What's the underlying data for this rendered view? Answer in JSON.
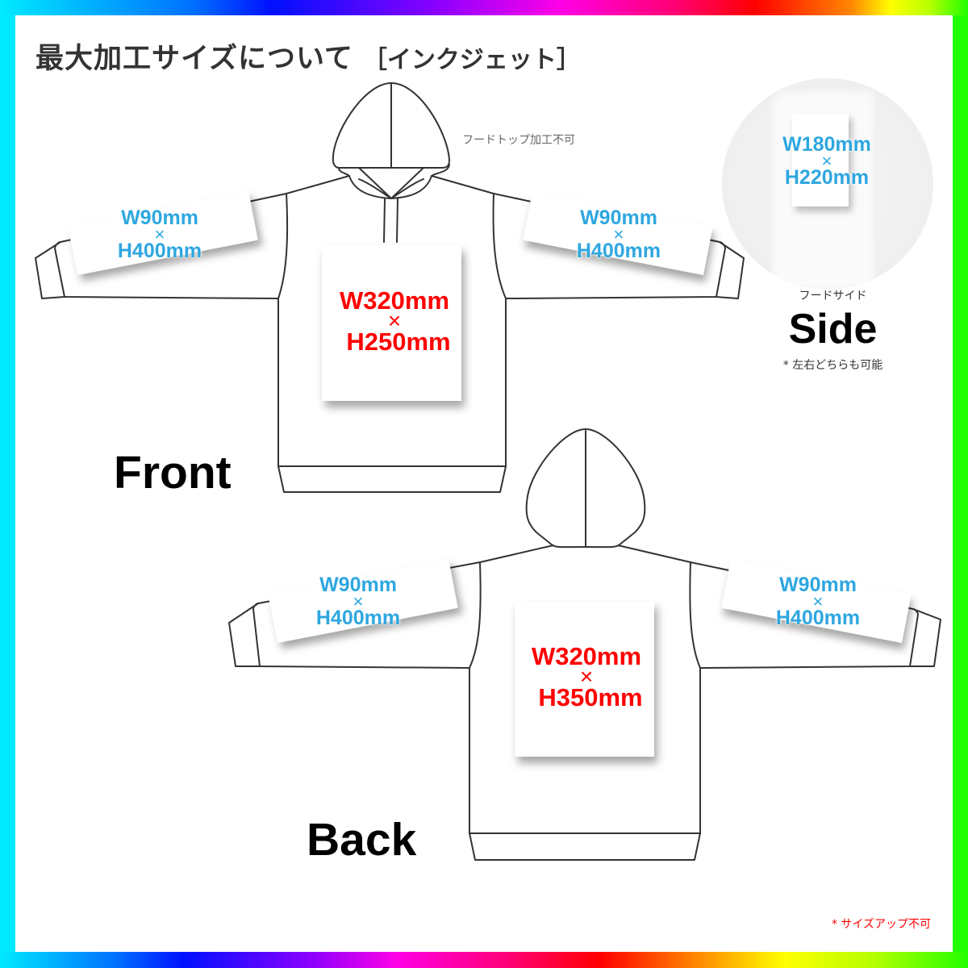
{
  "header": {
    "title": "最大加工サイズについて",
    "method": "［インクジェット］"
  },
  "colors": {
    "title_text": "#333333",
    "front_back_size": "#ff0000",
    "sleeve_side_size": "#2ea7e0",
    "footnote": "#ff0000",
    "border_gradient": [
      "#00eaff",
      "#0010ff",
      "#ff00e6",
      "#ff0000",
      "#ffff00",
      "#22ff00"
    ]
  },
  "front": {
    "label": "Front",
    "hood_note": "フードトップ加工不可",
    "left_sleeve": {
      "w": "W90mm",
      "x": "×",
      "h": "H400mm"
    },
    "right_sleeve": {
      "w": "W90mm",
      "x": "×",
      "h": "H400mm"
    },
    "chest": {
      "w": "W320mm",
      "x": "×",
      "h": "H250mm"
    }
  },
  "back": {
    "label": "Back",
    "left_sleeve": {
      "w": "W90mm",
      "x": "×",
      "h": "H400mm"
    },
    "right_sleeve": {
      "w": "W90mm",
      "x": "×",
      "h": "H400mm"
    },
    "body": {
      "w": "W320mm",
      "x": "×",
      "h": "H350mm"
    }
  },
  "side": {
    "area": {
      "w": "W180mm",
      "x": "×",
      "h": "H220mm"
    },
    "caption_jp": "フードサイド",
    "label": "Side",
    "note": "* 左右どちらも可能"
  },
  "footnote": "* サイズアップ不可"
}
